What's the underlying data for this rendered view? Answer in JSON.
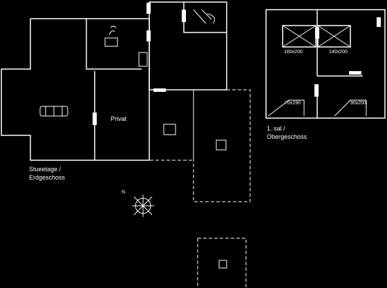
{
  "labels": {
    "stueetage_line1": "Stueetage /",
    "stueetage_line2": "Erdgeschoss",
    "room_privat": "Privat",
    "loft_line1": "1. sal /",
    "loft_line2": "Obergeschoss",
    "bed_left": "160x200",
    "bed_right": "140x200",
    "bed_small_left": "70x190",
    "bed_small_right": "90x200",
    "compass_n": "N"
  }
}
